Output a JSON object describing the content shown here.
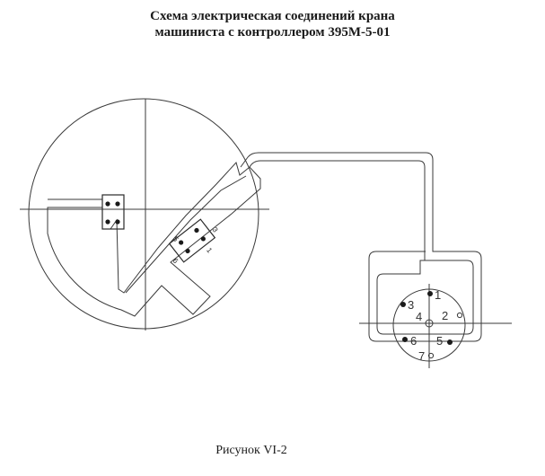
{
  "title": {
    "line1": "Схема электрическая соединений крана",
    "line2": "машиниста  с контроллером 395М-5-01"
  },
  "caption": "Рисунок  VI-2",
  "terminal_block_labels": [
    "5",
    "6",
    "3",
    "1"
  ],
  "connector_pins": [
    {
      "label": "1",
      "filled": true
    },
    {
      "label": "2",
      "filled": false
    },
    {
      "label": "3",
      "filled": true
    },
    {
      "label": "4",
      "filled": false
    },
    {
      "label": "5",
      "filled": true
    },
    {
      "label": "6",
      "filled": true
    },
    {
      "label": "7",
      "filled": false
    }
  ]
}
